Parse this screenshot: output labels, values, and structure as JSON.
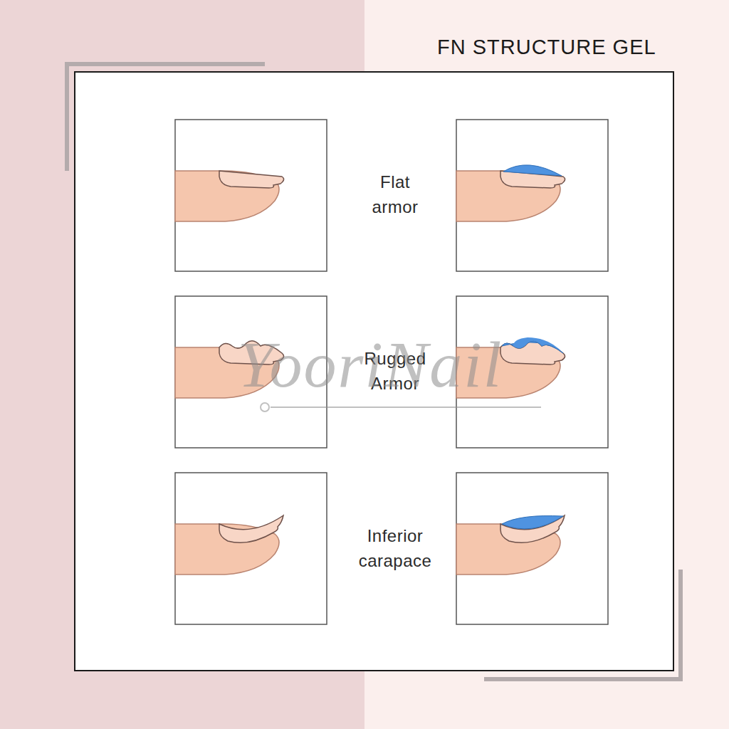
{
  "diagram": {
    "title": "FN STRUCTURE GEL",
    "labels": [
      "Flat armor",
      "Rugged Armor",
      "Inferior carapace",
      "YooriNail"
    ]
  }
}
